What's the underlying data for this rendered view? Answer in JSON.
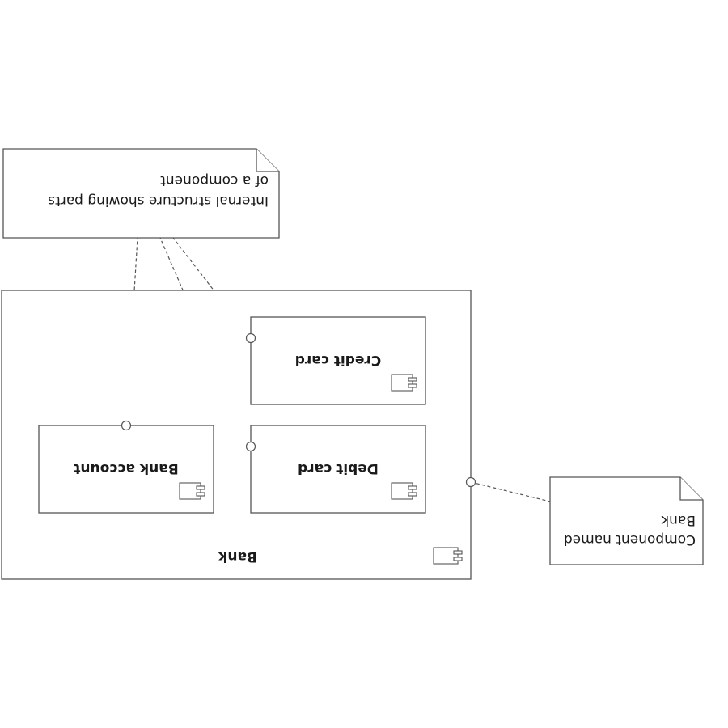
{
  "diagram": {
    "components": {
      "bank": "Bank",
      "bank_account": "Bank account",
      "debit_card": "Debit card",
      "credit_card": "Credit card"
    },
    "notes": {
      "internal_structure": {
        "line1": "Internal structure showing parts",
        "line2": "of a component"
      },
      "component_named": {
        "line1": "Component named",
        "line2": "Bank"
      }
    },
    "icon": "uml-component-icon",
    "orientation": "rotated-180"
  }
}
